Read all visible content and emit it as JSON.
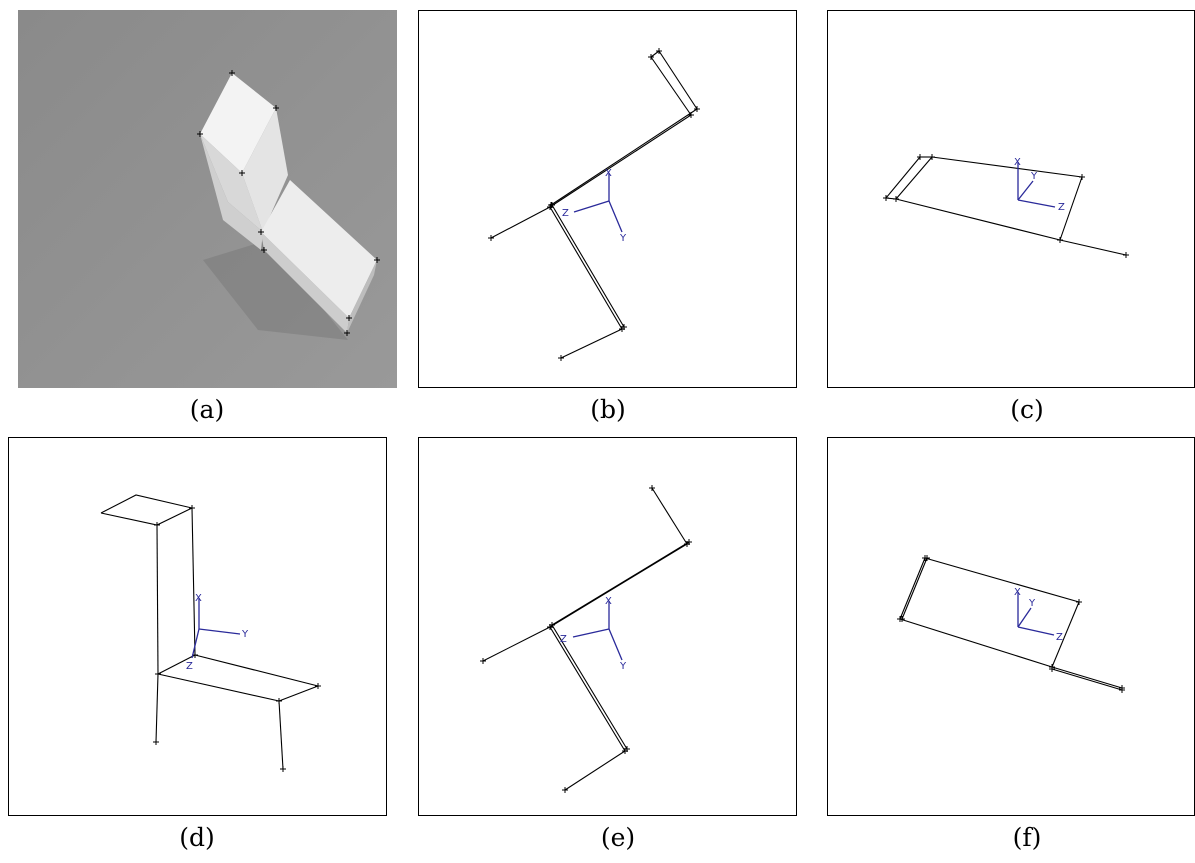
{
  "panels": [
    {
      "caption": "(a)"
    },
    {
      "caption": "(b)",
      "axes": {
        "x": "X",
        "y": "Y",
        "z": "Z"
      }
    },
    {
      "caption": "(c)",
      "axes": {
        "x": "X",
        "y": "Y",
        "z": "Z"
      }
    },
    {
      "caption": "(d)",
      "axes": {
        "x": "X",
        "y": "Y",
        "z": "Z"
      }
    },
    {
      "caption": "(e)",
      "axes": {
        "x": "X",
        "y": "Y",
        "z": "Z"
      }
    },
    {
      "caption": "(f)",
      "axes": {
        "x": "X",
        "y": "Y",
        "z": "Z"
      }
    }
  ],
  "colors": {
    "axis": "#2a2a9a",
    "photo_background": "#8e8e8e",
    "block": "#e6e6e6"
  }
}
